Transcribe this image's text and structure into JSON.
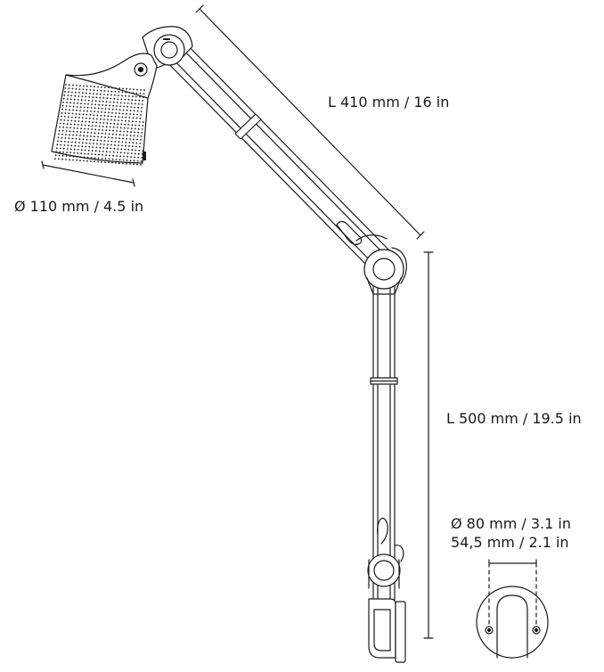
{
  "colors": {
    "line": "#1a1a1a",
    "fill": "#ffffff",
    "dot": "#1a1a1a"
  },
  "labels": {
    "shade_diameter": "Ø 110 mm / 4.5 in",
    "upper_arm_length": "L 410 mm / 16 in",
    "lower_arm_length": "L 500 mm / 19.5 in",
    "base_diameter": "Ø 80 mm / 3.1 in",
    "mount_spacing": "54,5 mm / 2.1 in"
  }
}
